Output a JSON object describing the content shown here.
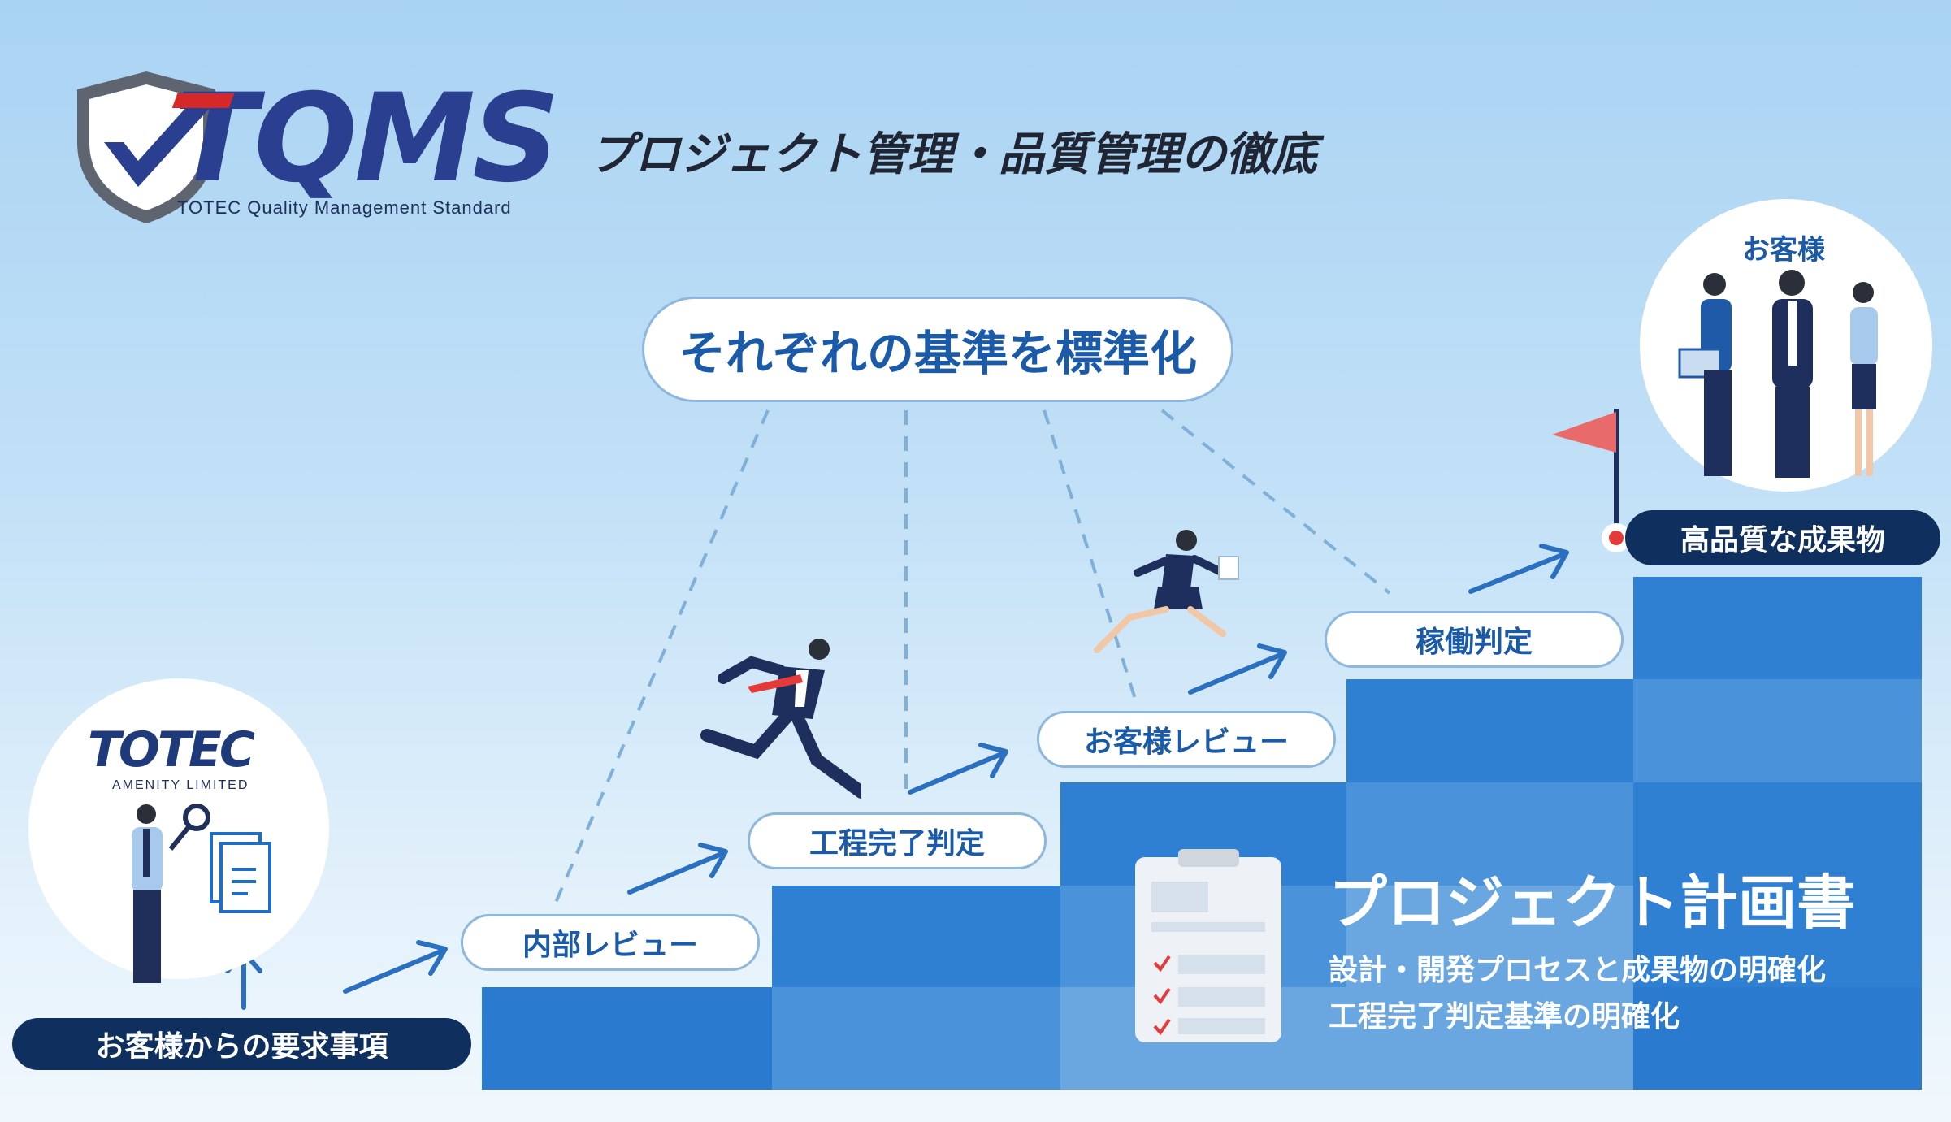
{
  "header": {
    "logo_main": "TQMS",
    "logo_sub": "TOTEC Quality Management Standard",
    "headline": "プロジェクト管理・品質管理の徹底"
  },
  "standard_bubble": "それぞれの基準を標準化",
  "left_entity": {
    "logo_main": "TOTEC",
    "logo_sub": "AMENITY LIMITED",
    "label": "お客様からの要求事項"
  },
  "steps": [
    {
      "label": "内部レビュー"
    },
    {
      "label": "工程完了判定"
    },
    {
      "label": "お客様レビュー"
    },
    {
      "label": "稼働判定"
    }
  ],
  "goal": {
    "customer_label": "お客様",
    "label": "高品質な成果物"
  },
  "plan": {
    "title": "プロジェクト計画書",
    "lines": [
      "設計・開発プロセスと成果物の明確化",
      "工程完了判定基準の明確化"
    ]
  },
  "colors": {
    "step_blue": "#2a7bcf",
    "dark_navy": "#0f2f5e",
    "pill_text": "#1a5aa8",
    "arrow": "#2a6fc0"
  }
}
